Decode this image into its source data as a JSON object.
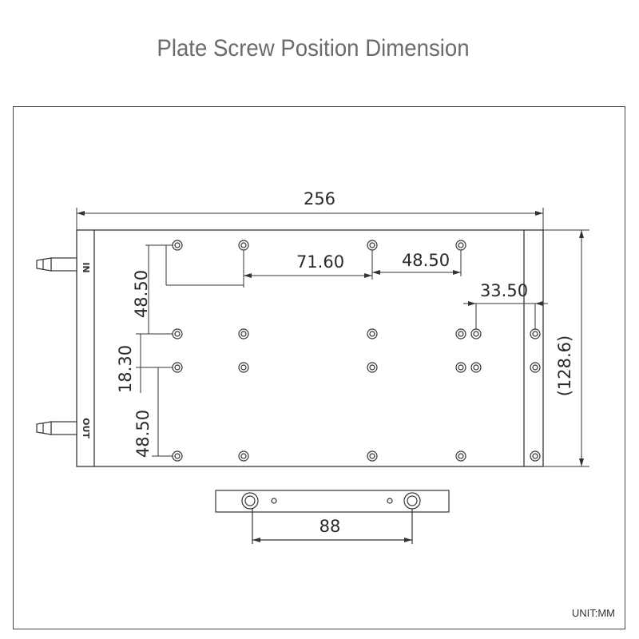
{
  "title": "Plate Screw Position Dimension",
  "dimensions": {
    "overall_width": "256",
    "overall_height": "(128.6)",
    "gap_71": "71.60",
    "gap_48_top": "48.50",
    "gap_33": "33.50",
    "vert_48_top": "48.50",
    "vert_18": "18.30",
    "vert_48_bottom": "48.50",
    "fitting_spacing": "88"
  },
  "ports": {
    "in_label": "IN",
    "out_label": "OUT"
  },
  "unit_label": "UNIT:MM",
  "colors": {
    "line": "#333333",
    "title": "#6b6b6b"
  }
}
